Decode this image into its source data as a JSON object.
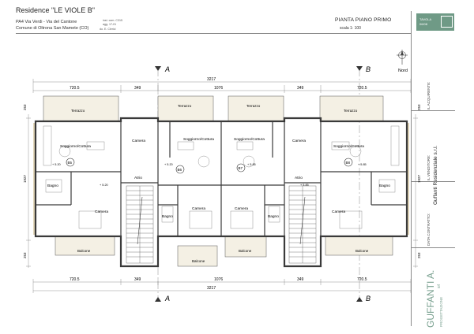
{
  "header": {
    "title": "Residence \"LE VIOLE B\"",
    "pa_line": "PA4   Via Verdi - Via del Cantone",
    "comune_line": "Comune di Oltrona San Mamete (CO)",
    "ref1": "inst. com. C315",
    "ref2": "agg. 17-01",
    "ref3": "do. E. Clerici"
  },
  "sheet": {
    "title": "PIANTA PIANO PRIMO",
    "scale": "scala 1: 100",
    "tavola_label": "TAVOLA",
    "tavola_num": "06/08"
  },
  "side_panel": {
    "acquirente_label": "IL ACQUIRENTE:",
    "venditore_label": "IL VENDITORE:",
    "venditore_value": "Guffanti Residenziale s.r.l.",
    "data_label": "DATA CONTRATTO:",
    "brand": "GUFFANTI A.",
    "brand_suffix": "srl",
    "brand_sub": "PROGETTAZIONE"
  },
  "plan": {
    "north_label": "Nord",
    "section_a": "A",
    "section_b": "B",
    "dims_top": [
      "720.5",
      "349",
      "1076",
      "349",
      "720.5"
    ],
    "dim_total": "3217",
    "dims_bottom": [
      "720.5",
      "349",
      "1076",
      "349",
      "720.5"
    ],
    "dims_left": [
      "253",
      "1927",
      "253"
    ],
    "dims_right": [
      "253",
      "1927",
      "253"
    ],
    "units": [
      "B5",
      "B6",
      "B7",
      "B8"
    ],
    "rooms": {
      "terrazzo": "Terrazzo",
      "soggiorno": "Soggiorno/Cottura",
      "camera": "Camera",
      "bagno": "Bagno",
      "balcone": "Balcone",
      "atrio": "Atrio"
    },
    "levels": [
      "+ 5.20",
      "+ 5.20",
      "+ 5.85",
      "+ 5.85",
      "+ 5.20",
      "+ 5.85"
    ]
  },
  "colors": {
    "wall": "#3a3a3a",
    "balcony_floor": "#f1ede1",
    "wall_accent": "#b79b57",
    "dim_line": "#666666",
    "brand": "#7aa190"
  }
}
